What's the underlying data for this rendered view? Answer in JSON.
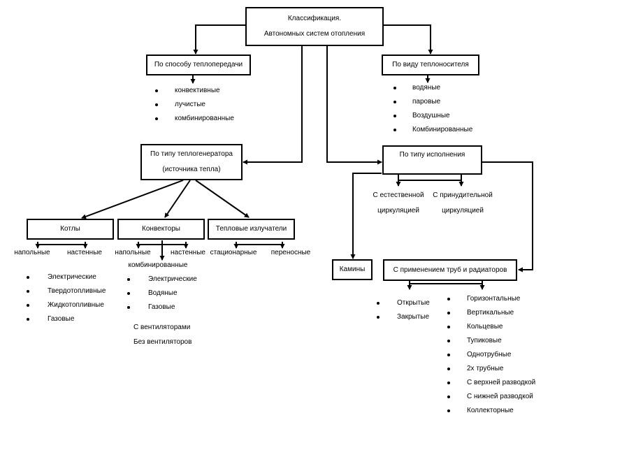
{
  "root": {
    "line1": "Классификация.",
    "line2": "Автономных систем отопления"
  },
  "heat_transfer": {
    "title": "По способу теплопередачи",
    "items": [
      "конвективные",
      "лучистые",
      "комбинированные"
    ]
  },
  "coolant": {
    "title": "По виду теплоносителя",
    "items": [
      "водяные",
      "паровые",
      "Воздушные",
      "Комбинированные"
    ]
  },
  "generator": {
    "line1": "По типу теплогенератора",
    "line2": "(источника тепла)",
    "boilers": {
      "title": "Котлы",
      "mount": [
        "напольные",
        "настенные"
      ],
      "items": [
        "Электрические",
        "Твердотопливные",
        "Жидкотопливные",
        "Газовые"
      ]
    },
    "convectors": {
      "title": "Конвекторы",
      "mount": [
        "напольные",
        "комбинированные",
        "настенные"
      ],
      "items": [
        "Электрические",
        "Водяные",
        "Газовые"
      ],
      "fans": [
        "С вентиляторами",
        "Без вентиляторов"
      ]
    },
    "radiators": {
      "title": "Тепловые излучатели",
      "mount": [
        "стационарные",
        "переносные"
      ]
    }
  },
  "execution": {
    "title": "По типу исполнения",
    "natural": {
      "line1": "С естественной",
      "line2": "циркуляцией"
    },
    "forced": {
      "line1": "С принудительной",
      "line2": "циркуляцией"
    },
    "fireplaces": "Камины",
    "pipes": {
      "title": "С применением труб и радиаторов",
      "system": [
        "Открытые",
        "Закрытые"
      ],
      "layout": [
        "Горизонтальные",
        "Вертикальные",
        "Кольцевые",
        "Тупиковые",
        "Однотрубные",
        "2х трубные",
        "С верхней разводкой",
        "С нижней разводкой",
        "Коллекторные"
      ]
    }
  }
}
